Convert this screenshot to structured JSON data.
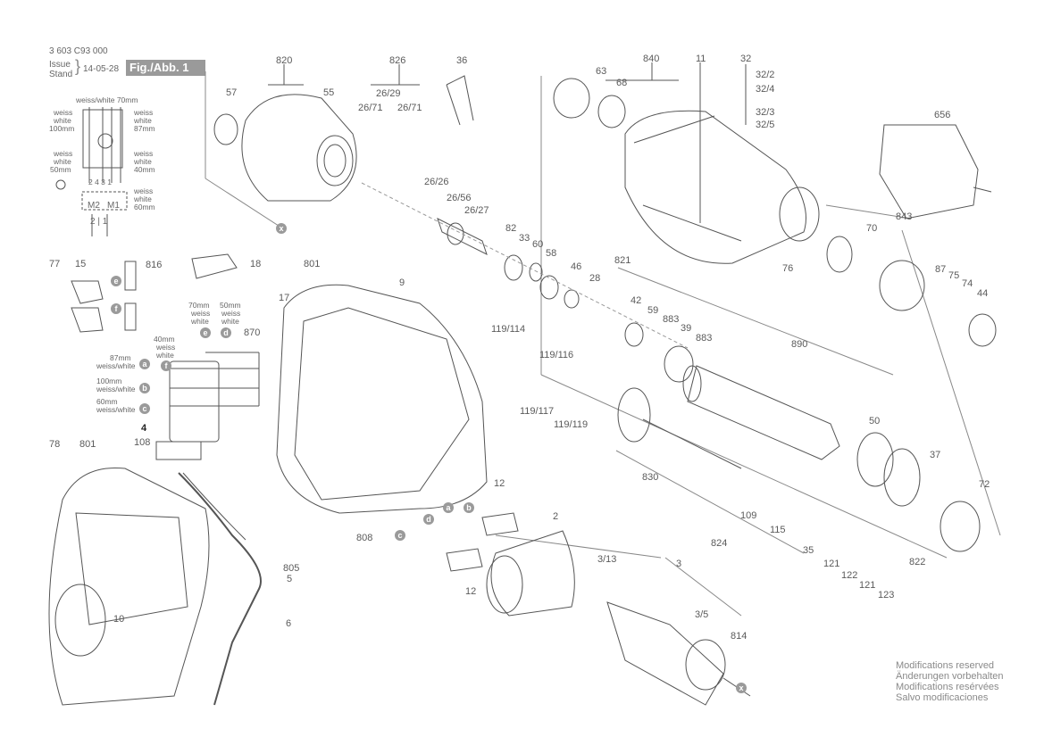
{
  "header": {
    "doc_number": "3 603 C93 000",
    "issue_label": "Issue",
    "stand_label": "Stand",
    "date": "14-05-28",
    "figure_label": "Fig./Abb. 1"
  },
  "part_labels": [
    "820",
    "826",
    "36",
    "840",
    "11",
    "32",
    "32/2",
    "32/4",
    "32/3",
    "32/5",
    "656",
    "57",
    "55",
    "26/29",
    "26/71",
    "26/71",
    "63",
    "68",
    "26/26",
    "26/56",
    "26/27",
    "843",
    "70",
    "82",
    "33",
    "60",
    "58",
    "46",
    "28",
    "821",
    "76",
    "87",
    "75",
    "74",
    "44",
    "77",
    "15",
    "816",
    "18",
    "801",
    "9",
    "17",
    "42",
    "59",
    "883",
    "39",
    "883",
    "890",
    "119/114",
    "119/116",
    "119/117",
    "119/119",
    "50",
    "37",
    "72",
    "830",
    "109",
    "115",
    "35",
    "121",
    "122",
    "121",
    "123",
    "824",
    "822",
    "12",
    "2",
    "12",
    "3/13",
    "3",
    "3/5",
    "814",
    "808",
    "805",
    "5",
    "6",
    "10",
    "78",
    "801",
    "108",
    "4",
    "870"
  ],
  "wiring_labels": {
    "w1": "weiss/white 70mm",
    "w2a": "weiss",
    "w2b": "white",
    "w2c": "100mm",
    "w3a": "weiss",
    "w3b": "white",
    "w3c": "87mm",
    "w4a": "weiss",
    "w4b": "white",
    "w4c": "50mm",
    "w5a": "weiss",
    "w5b": "white",
    "w5c": "40mm",
    "w6a": "weiss",
    "w6b": "white",
    "w6c": "60mm",
    "m2": "M2",
    "m1": "M1",
    "pins": "2 4 3 1",
    "bottom": "2 | 1"
  },
  "switch_labels": {
    "l70a": "70mm",
    "l70b": "weiss",
    "l70c": "white",
    "l50a": "50mm",
    "l50b": "weiss",
    "l50c": "white",
    "l40a": "40mm",
    "l40b": "weiss",
    "l40c": "white",
    "l87a": "87mm",
    "l87b": "weiss/white",
    "l100a": "100mm",
    "l100b": "weiss/white",
    "l60a": "60mm",
    "l60b": "weiss/white"
  },
  "circle_letters": [
    "e",
    "f",
    "e",
    "d",
    "f",
    "a",
    "b",
    "c",
    "b",
    "a",
    "d",
    "c",
    "x",
    "x"
  ],
  "footer": {
    "line1": "Modifications reserved",
    "line2": "Änderungen vorbehalten",
    "line3": "Modifications resérvées",
    "line4": "Salvo modificaciones"
  }
}
